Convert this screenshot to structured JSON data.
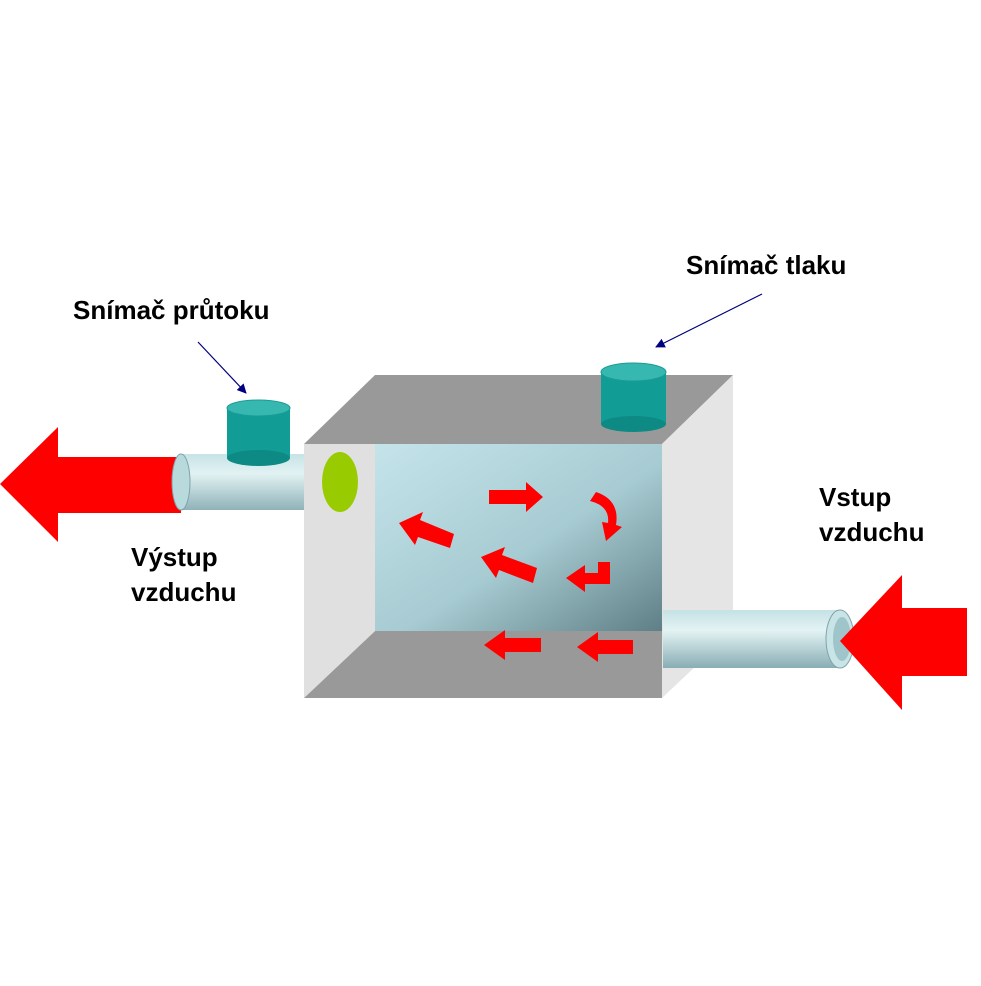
{
  "labels": {
    "flow_sensor": "Snímač průtoku",
    "pressure_sensor": "Snímač tlaku",
    "air_outlet": [
      "Výstup",
      "vzduchu"
    ],
    "air_inlet": [
      "Vstup",
      "vzduchu"
    ]
  },
  "colors": {
    "flow_arrow": "#ff0000",
    "sensor": "#129c96",
    "sensor_top": "#36b8b1",
    "box_frame": "#999999",
    "box_side": "#e3e3e3",
    "chamber_light": "#c4e4ea",
    "chamber_dark": "#5f7f86",
    "indicator": "#99cc00",
    "pipe_light": "#dff1f2",
    "pipe_dark": "#8fb5bb",
    "leader_line": "#000080"
  },
  "icons": {
    "outlet_arrow": "big-left-arrow-icon",
    "inlet_arrow": "big-left-arrow-icon",
    "airflow": "small-red-arrow-icon"
  }
}
